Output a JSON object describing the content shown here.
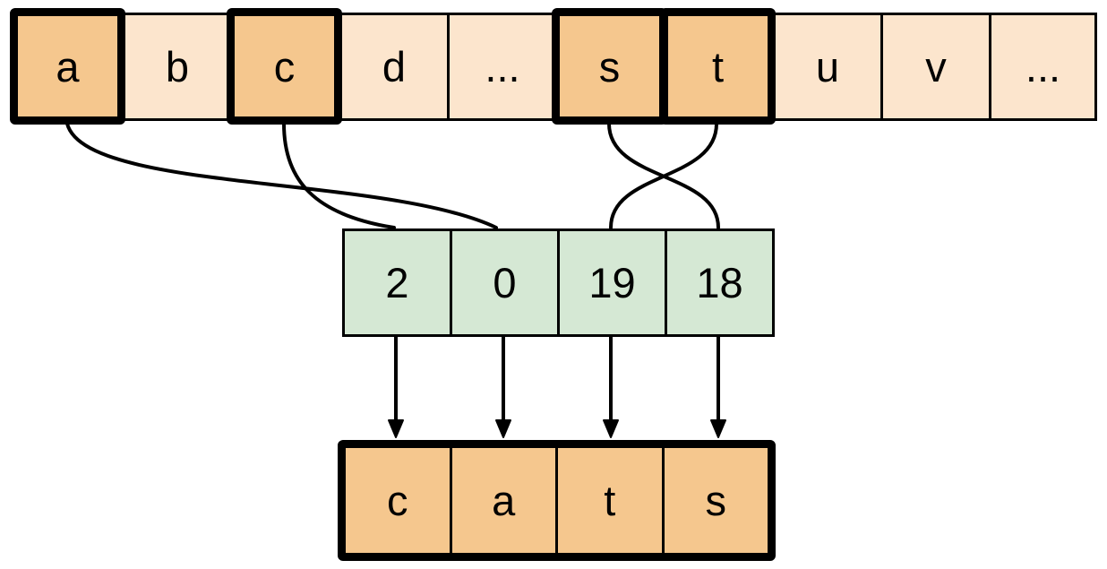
{
  "diagram": {
    "alphabet_row": {
      "cells": [
        {
          "label": "a",
          "highlighted": true
        },
        {
          "label": "b",
          "highlighted": false
        },
        {
          "label": "c",
          "highlighted": true
        },
        {
          "label": "d",
          "highlighted": false
        },
        {
          "label": "...",
          "highlighted": false
        },
        {
          "label": "s",
          "highlighted": true
        },
        {
          "label": "t",
          "highlighted": true
        },
        {
          "label": "u",
          "highlighted": false
        },
        {
          "label": "v",
          "highlighted": false
        },
        {
          "label": "...",
          "highlighted": false
        }
      ]
    },
    "index_row": {
      "cells": [
        {
          "label": "2"
        },
        {
          "label": "0"
        },
        {
          "label": "19"
        },
        {
          "label": "18"
        }
      ]
    },
    "result_row": {
      "cells": [
        {
          "label": "c"
        },
        {
          "label": "a"
        },
        {
          "label": "t"
        },
        {
          "label": "s"
        }
      ]
    },
    "connections": [
      {
        "from_letter": "a",
        "to_index": "0"
      },
      {
        "from_letter": "c",
        "to_index": "2"
      },
      {
        "from_letter": "s",
        "to_index": "18"
      },
      {
        "from_letter": "t",
        "to_index": "19"
      }
    ],
    "arrows": [
      {
        "from_index": "2",
        "to_result": "c"
      },
      {
        "from_index": "0",
        "to_result": "a"
      },
      {
        "from_index": "19",
        "to_result": "t"
      },
      {
        "from_index": "18",
        "to_result": "s"
      }
    ],
    "colors": {
      "background": "#ffffff",
      "light_cell": "#fce5cd",
      "highlight_cell": "#f5c78e",
      "index_cell": "#d5e8d4",
      "line": "#000000"
    }
  }
}
